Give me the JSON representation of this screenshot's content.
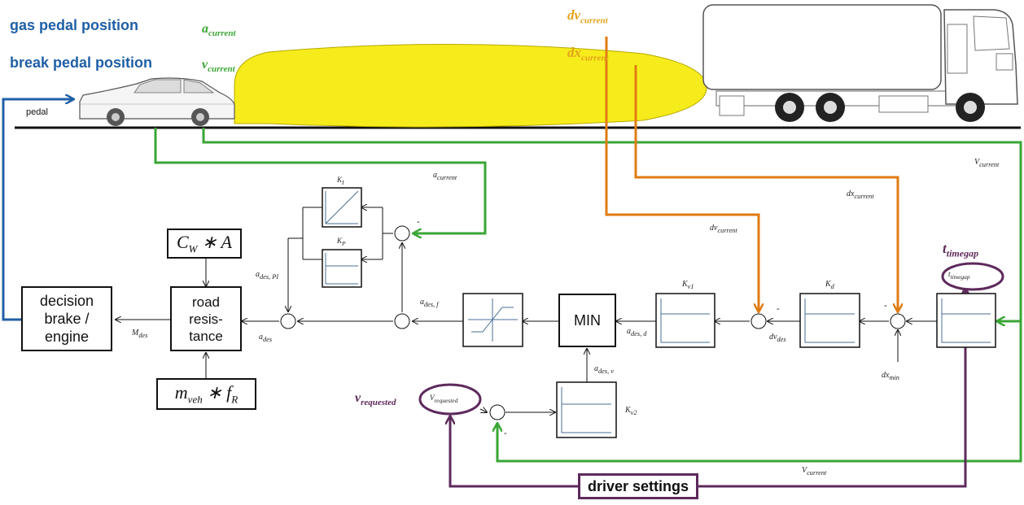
{
  "header": {
    "gas_pedal": "gas pedal position",
    "brake_pedal": "break pedal position",
    "a_current": "a",
    "a_current_sub": "current",
    "v_current": "v",
    "v_current_sub": "current",
    "dv_current": "dv",
    "dv_current_sub": "current",
    "dx_current": "dx",
    "dx_current_sub": "current",
    "pedal": "pedal"
  },
  "blocks": {
    "decision": "decision brake / engine",
    "road": "road resis- tance",
    "cwa": "C_W * A",
    "mveh": "m_veh * f_R",
    "min": "MIN",
    "driver_settings": "driver settings"
  },
  "gains": {
    "ki": "K_I",
    "kp": "K_P",
    "kv1": "K_v1",
    "kd": "K_d",
    "kv2": "K_v2"
  },
  "signals": {
    "m_des": "M_des",
    "a_des": "a_des",
    "a_des_pi": "a_des, PI",
    "a_des_f": "a_des, f",
    "a_des_d": "a_des, d",
    "a_des_v": "a_des, v",
    "dv_des": "dv_des",
    "dx_min": "dx_min",
    "a_current": "a_current",
    "dv_current": "dv_current",
    "dx_current": "dx_current",
    "v_current_right": "V_current",
    "v_current_bottom": "V_current",
    "t_timegap_bubble": "t_timegap",
    "v_requested_bubble": "V_requested"
  },
  "settings_labels": {
    "t_timegap": "t",
    "t_timegap_sub": "timegap",
    "v_requested": "v",
    "v_requested_sub": "requested"
  },
  "colors": {
    "blue": "#1f5fa6",
    "green": "#3aa635",
    "orange": "#e07b12",
    "purple": "#5e2a5c",
    "yellow": "#f7ec1b",
    "steel": "#4a6f96"
  }
}
